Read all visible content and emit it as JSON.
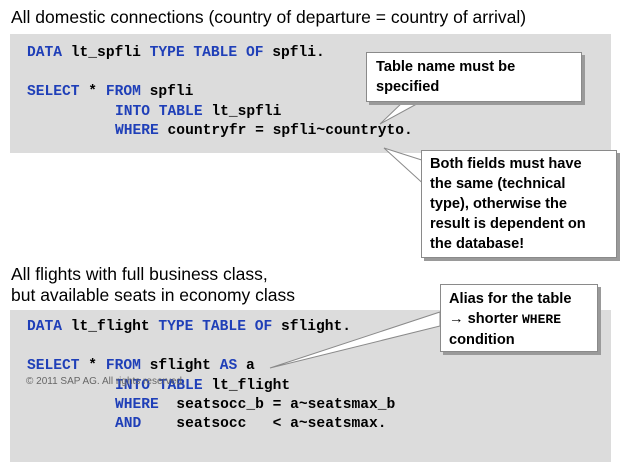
{
  "section1": {
    "heading": "All domestic connections (country of departure = country of arrival)",
    "code": {
      "line1": {
        "kw1": "DATA",
        "t1": " lt_spfli ",
        "kw2": "TYPE TABLE OF",
        "t2": " spfli."
      },
      "line2": {
        "kw1": "SELECT",
        "t1": " * ",
        "kw2": "FROM",
        "t2": " spfli"
      },
      "line3": {
        "kw1": "INTO TABLE",
        "t1": " lt_spfli"
      },
      "line4": {
        "kw1": "WHERE",
        "t1": " countryfr = spfli~countryto."
      }
    },
    "callout_table": {
      "line1": "Table name must be",
      "line2": "specified"
    },
    "callout_fields": {
      "line1": "Both fields must have",
      "line2": "the same (technical",
      "line3": "type), otherwise the",
      "line4": "result is dependent on",
      "line5": "the database!"
    }
  },
  "section2": {
    "heading_line1": "All flights with full business class,",
    "heading_line2": "but available seats in economy class",
    "code": {
      "line1": {
        "kw1": "DATA",
        "t1": " lt_flight ",
        "kw2": "TYPE TABLE OF",
        "t2": " sflight."
      },
      "line2": {
        "kw1": "SELECT",
        "t1": " * ",
        "kw2": "FROM",
        "t2": " sflight ",
        "kw3": "AS",
        "t3": " a"
      },
      "line3": {
        "kw1": "INTO TABLE",
        "t1": " lt_flight"
      },
      "line4": {
        "kw1": "WHERE",
        "t1": "  seatsocc_b = a~seatsmax_b"
      },
      "line5": {
        "kw1": "AND",
        "t1": "    seatsocc   < a~seatsmax."
      }
    },
    "callout_alias": {
      "line1": "Alias for the table",
      "line2_arrow": "→",
      "line2_text": " shorter ",
      "line2_mono": "WHERE",
      "line3": "condition"
    }
  },
  "copyright": "© 2011 SAP AG. All rights reserved."
}
